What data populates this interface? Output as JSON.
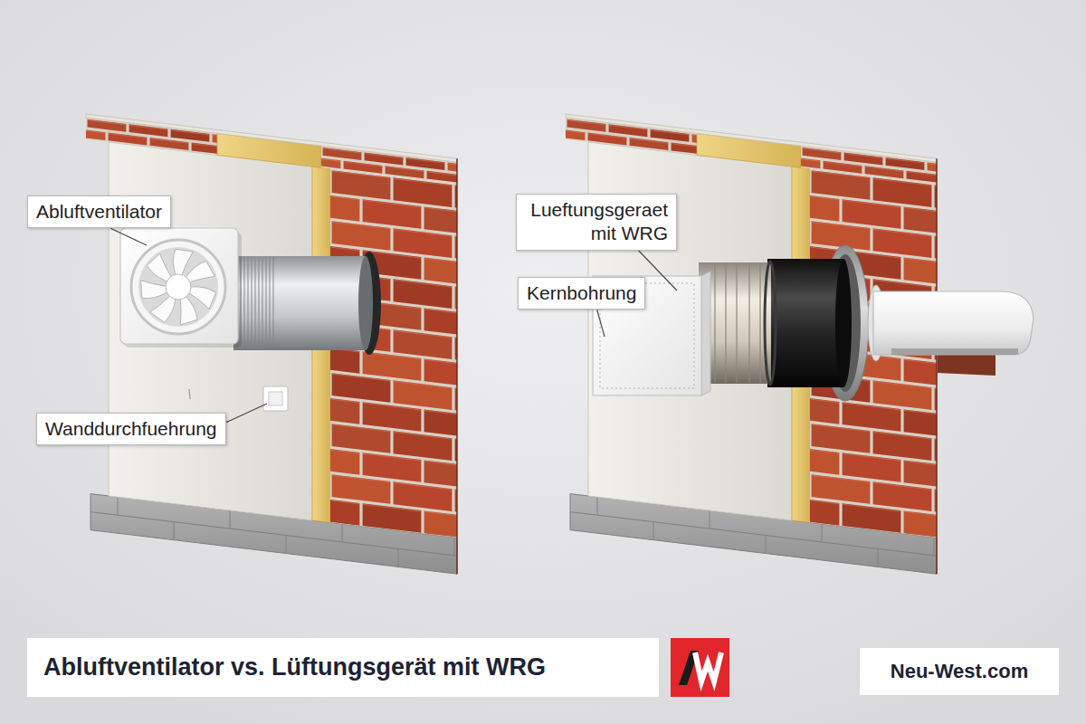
{
  "diagram": {
    "title": "Abluftventilator vs. Lüftungsgerät mit WRG",
    "nodes": [
      {
        "text": [
          "Abluftventilator"
        ]
      },
      {
        "text": [
          "Lueftungsgeraet mit WRG"
        ]
      },
      {
        "text": [
          "Kernbohrung"
        ]
      },
      {
        "text": [
          "Wanddurchfuehrung"
        ]
      },
      {
        "text": [
          "Neu-West.com"
        ]
      }
    ]
  }
}
